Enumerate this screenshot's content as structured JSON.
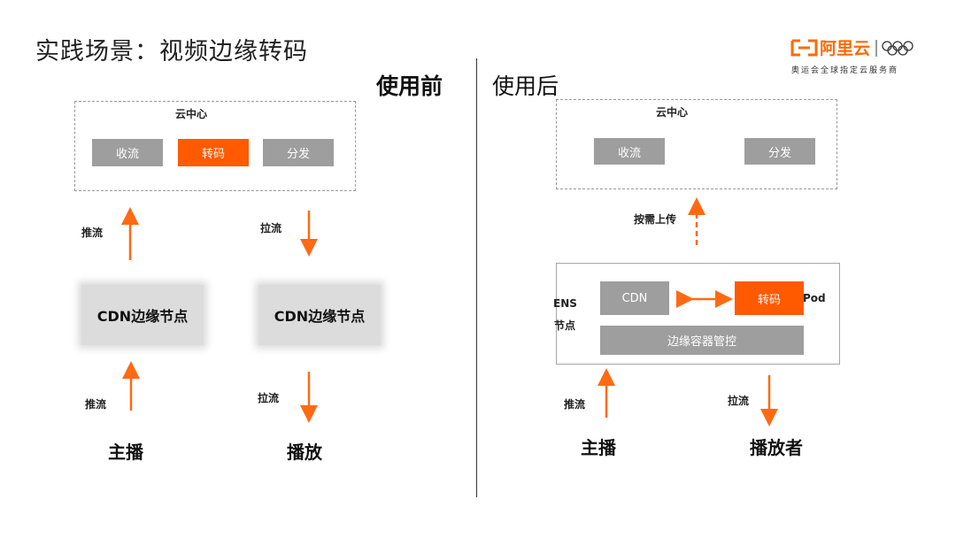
{
  "title": "实践场景：视频边缘转码",
  "logo": {
    "brand": "阿里云",
    "tagline": "奥运会全球指定云服务商",
    "brand_color": "#ff6a00"
  },
  "before": {
    "heading": "使用前",
    "cloud_center": {
      "label": "云中心",
      "buttons": [
        "收流",
        "转码",
        "分发"
      ]
    },
    "push_label_top": "推流",
    "pull_label_top": "拉流",
    "cdn_nodes": [
      "CDN边缘节点",
      "CDN边缘节点"
    ],
    "push_label_bottom": "推流",
    "pull_label_bottom": "拉流",
    "roles": [
      "主播",
      "播放"
    ]
  },
  "after": {
    "heading": "使用后",
    "cloud_center": {
      "label": "云中心",
      "buttons": [
        "收流",
        "分发"
      ]
    },
    "upload_label": "按需上传",
    "ens": {
      "label_line1": "ENS",
      "label_line2": "节点",
      "cdn": "CDN",
      "transcode": "转码",
      "pod": "Pod",
      "controller": "边缘容器管控"
    },
    "push_label": "推流",
    "pull_label": "拉流",
    "roles": [
      "主播",
      "播放者"
    ]
  },
  "colors": {
    "accent": "#ff5a00",
    "arrow": "#ff6a13",
    "gray_button": "#9e9e9e",
    "node_gray": "#dcdcdc"
  }
}
